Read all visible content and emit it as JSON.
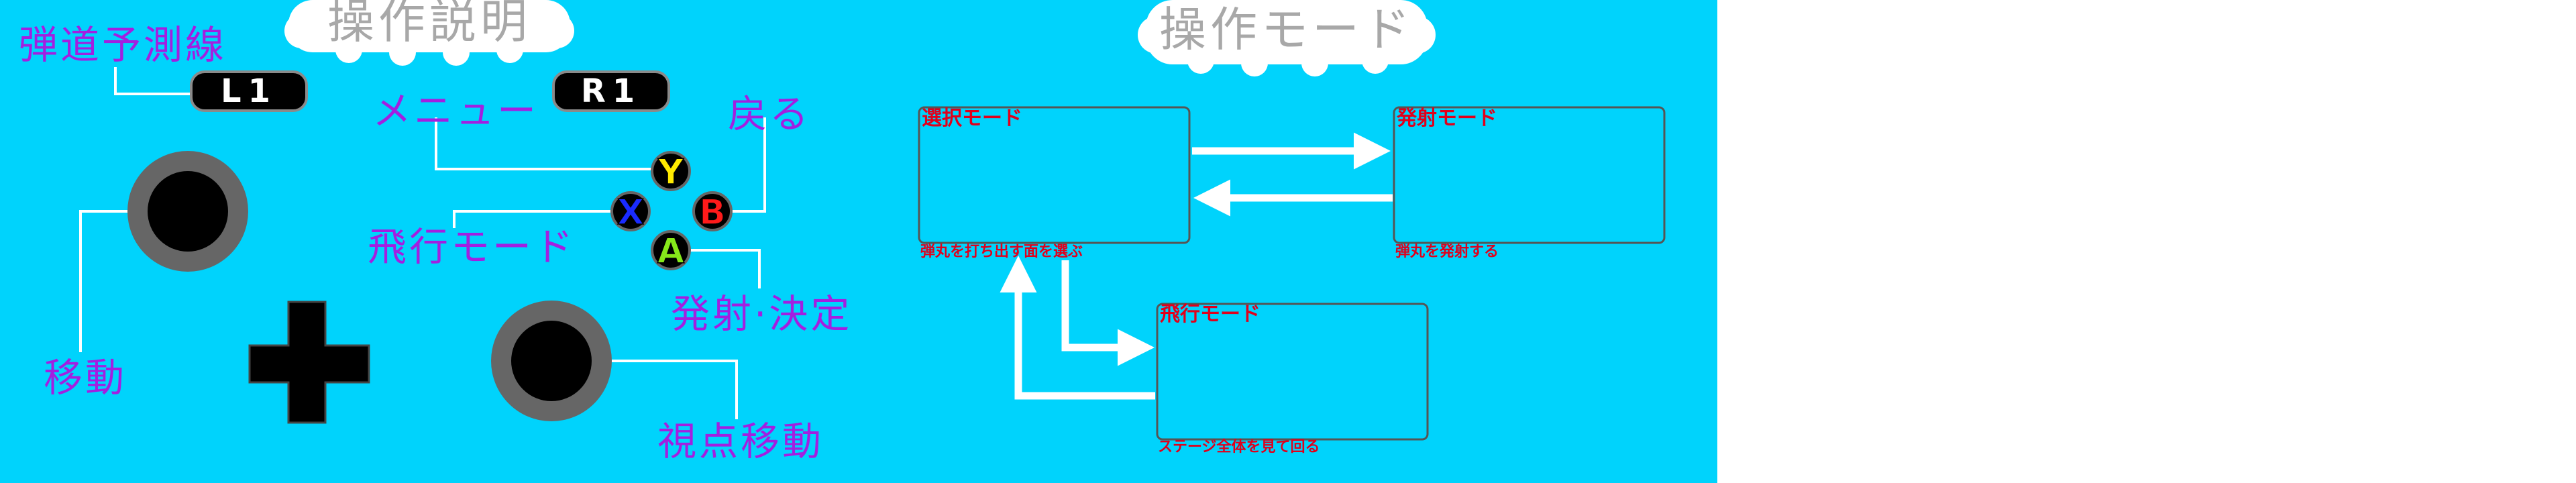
{
  "colors": {
    "background": "#00d3fc",
    "label": "#a31fe0",
    "mode_text": "#e0001b",
    "leader_line": "#ffffff",
    "y_button": "#ffea00",
    "x_button": "#1a2bff",
    "b_button": "#ff1a1a",
    "a_button": "#86e81a"
  },
  "headers": {
    "controls": "操作説明",
    "modes": "操作モード"
  },
  "controls": {
    "l1": {
      "key": "L1",
      "label": "弾道予測線"
    },
    "r1": {
      "key": "R1",
      "label": ""
    },
    "y": {
      "key": "Y",
      "label": "メニュー"
    },
    "b": {
      "key": "B",
      "label": "戻る"
    },
    "x": {
      "key": "X",
      "label": "飛行モード"
    },
    "a": {
      "key": "A",
      "label": "発射·決定"
    },
    "left_stick": {
      "label": "移動"
    },
    "right_stick": {
      "label": "視点移動"
    },
    "dpad": {
      "label": ""
    }
  },
  "modes": {
    "select": {
      "title": "選択モード",
      "desc": "弾丸を打ち出す面を選ぶ"
    },
    "fire": {
      "title": "発射モード",
      "desc": "弾丸を発射する"
    },
    "flight": {
      "title": "飛行モード",
      "desc": "ステージ全体を見て回る"
    }
  }
}
